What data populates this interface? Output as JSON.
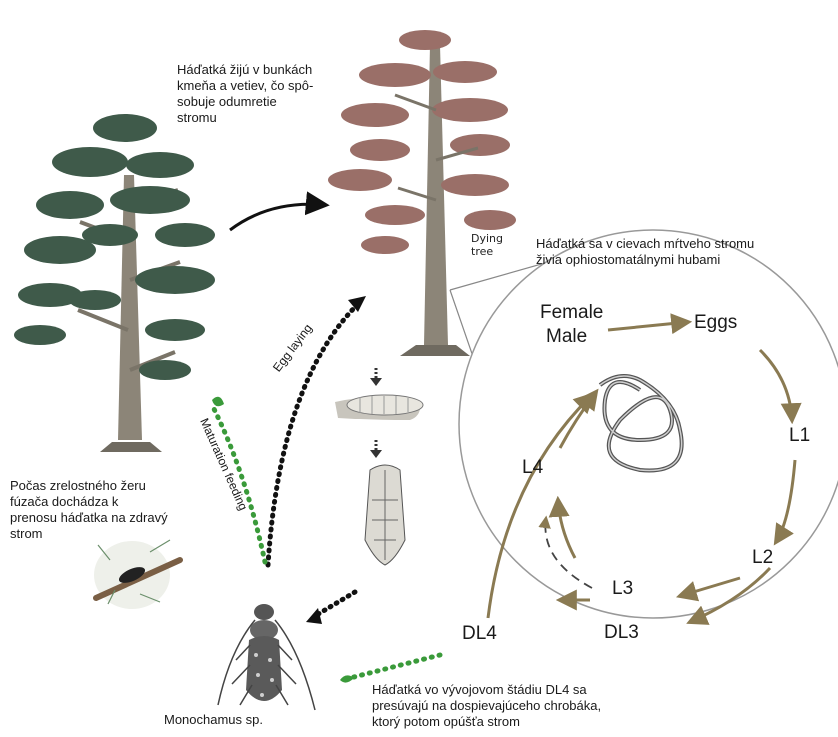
{
  "texts": {
    "nematodes_in_cells": "Háďatká žijú v bunkách\nkmeňa a vetiev, čo spô-\nsobuje odumretie\nstromu",
    "dying_tree": "Dying\ntree",
    "nematodes_feed_fungi": "Háďatká sa  v cievach mŕtveho stromu\nživia ophiostomatálnymi hubami",
    "egg_laying": "Egg laying",
    "maturation_feeding": "Maturation feeding",
    "transmission_note": "Počas zrelostného žeru\nfúzača dochádza k\nprenosu háďatka na zdravý\nstrom",
    "dl4_note": "Háďatká vo vývojovom štádiu DL4 sa\npresúvajú na dospievajúceho chrobáka,\nktorý potom opúšťa strom",
    "beetle_label": "Monochamus sp."
  },
  "cycle": {
    "female": "Female",
    "male": "Male",
    "eggs": "Eggs",
    "l1": "L1",
    "l2": "L2",
    "l3": "L3",
    "l4": "L4",
    "dl3": "DL3",
    "dl4": "DL4"
  },
  "colors": {
    "cycle_arrow": "#8a7a52",
    "pine_green": "#3f5a4a",
    "dying_red": "#9a6f68",
    "trunk": "#8c8578",
    "egg_dots": "#222222",
    "green_dots": "#3a9a3a"
  }
}
